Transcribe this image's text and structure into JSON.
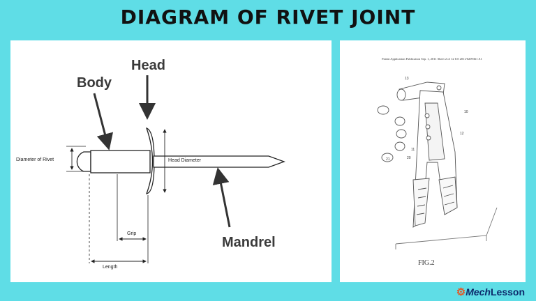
{
  "title": "DIAGRAM OF RIVET JOINT",
  "rivet_diagram": {
    "labels": {
      "head": "Head",
      "body": "Body",
      "mandrel": "Mandrel",
      "diameter_of_rivet": "Diameter of Rivet",
      "head_diameter": "Head Diameter",
      "grip": "Grip",
      "length": "Length"
    }
  },
  "patent_figure": {
    "header": "Patent Application Publication      Sep. 1, 2011   Sheet 2 of 12      US 2011/0209361 A1",
    "figure_label": "FIG.2",
    "part_numbers": [
      "13",
      "10",
      "12",
      "11",
      "21",
      "20"
    ]
  },
  "logo": {
    "part1": "Mech",
    "part2": "Lesson"
  },
  "colors": {
    "background": "#5fdde6",
    "panel": "#ffffff",
    "logo_text": "#0d2a6b",
    "logo_icon": "#e05a2a"
  }
}
